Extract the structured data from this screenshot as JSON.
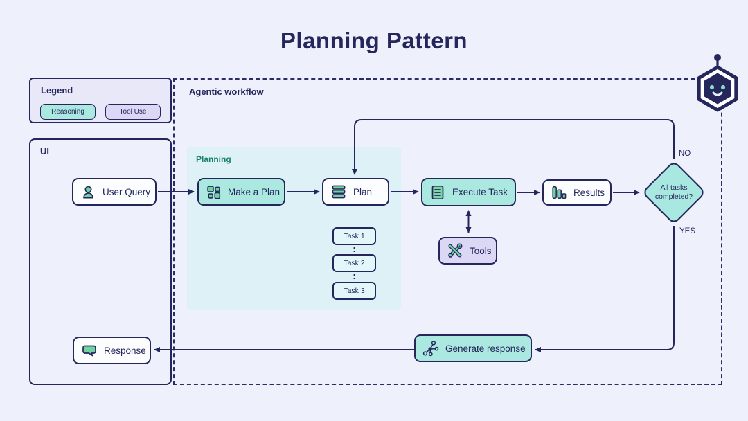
{
  "title": "Planning Pattern",
  "legend": {
    "title": "Legend",
    "reasoning_label": "Reasoning",
    "tool_use_label": "Tool Use"
  },
  "ui_panel": {
    "title": "UI",
    "user_query": "User Query",
    "response": "Response"
  },
  "workflow": {
    "title": "Agentic workflow",
    "planning_label": "Planning",
    "make_a_plan": "Make a Plan",
    "plan": "Plan",
    "execute_task": "Execute Task",
    "results": "Results",
    "tools": "Tools",
    "generate_response": "Generate response",
    "decision": {
      "line1": "All tasks",
      "line2": "completed?",
      "no": "NO",
      "yes": "YES"
    },
    "tasks": [
      "Task 1",
      "Task 2",
      "Task 3"
    ]
  },
  "icons": {
    "user_query": "person-icon",
    "make_a_plan": "grid-icon",
    "plan": "stack-icon",
    "execute_task": "document-icon",
    "results": "bar-chart-icon",
    "tools": "wrench-screwdriver-icon",
    "generate_response": "network-icon",
    "response": "speech-bubble-icon",
    "corner": "robot-icon"
  },
  "colors": {
    "page_bg": "#eef1fb",
    "navy": "#24265c",
    "teal_fill": "#abe9e0",
    "lavender_fill": "#dcd7f5",
    "planning_bg": "#def1f6",
    "task_bg": "#e3f6f9",
    "icon_green": "#72d1a0",
    "legend_bg": "#e9e8f8",
    "planning_label": "#1a7f6d"
  }
}
